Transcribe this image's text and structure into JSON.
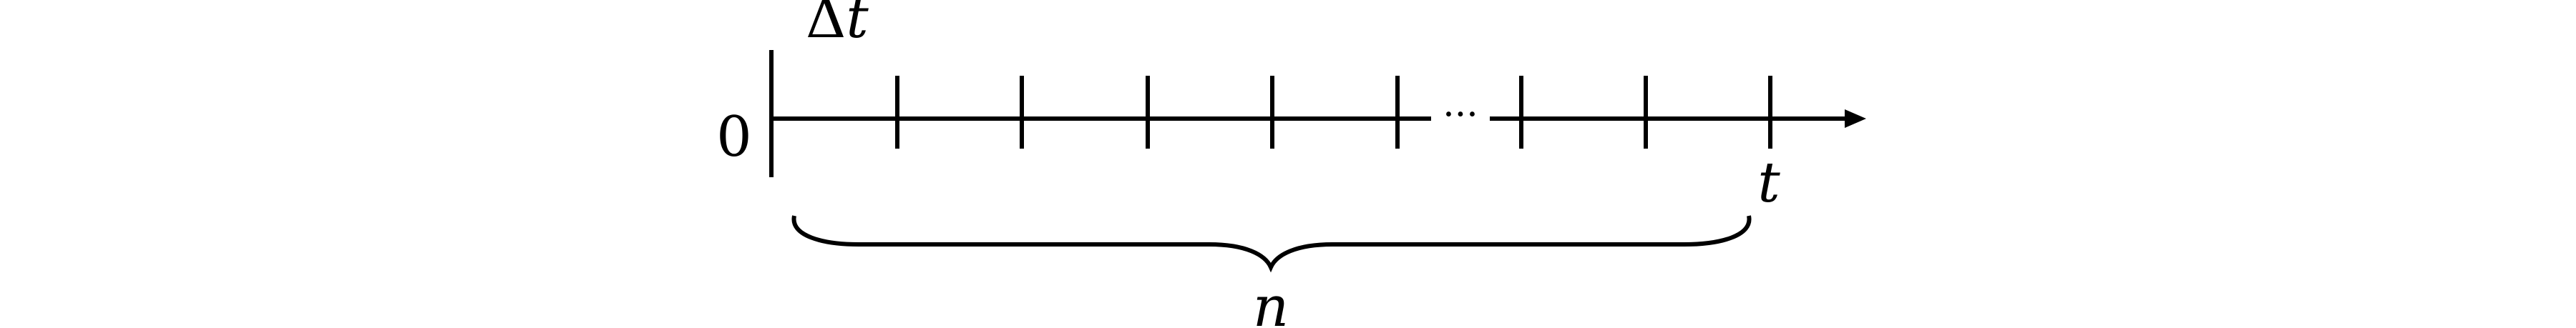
{
  "diagram": {
    "origin_label": "0",
    "delta_label_symbol": "Δ",
    "delta_label_var": "t",
    "ellipsis": "···",
    "end_label": "t",
    "count_label": "n",
    "ink_color": "#000000",
    "background_color": "#ffffff"
  }
}
